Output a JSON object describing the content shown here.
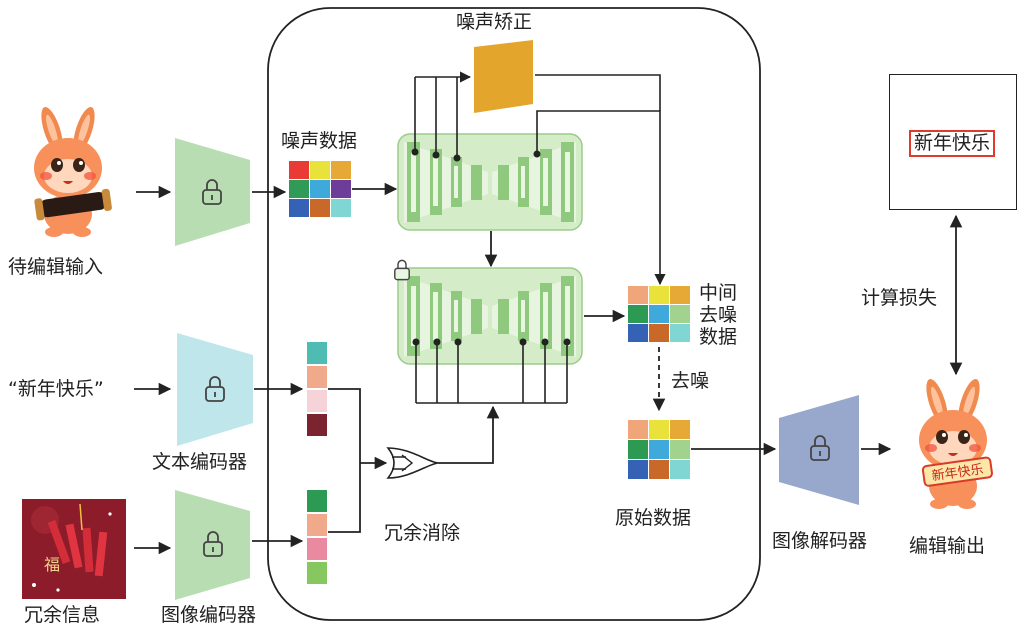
{
  "inputs": {
    "edit_input_label": "待编辑输入",
    "text_input_label": "“新年快乐”",
    "redundant_info_label": "冗余信息"
  },
  "encoders": {
    "text_encoder_label": "文本编码器",
    "image_encoder_label": "图像编码器"
  },
  "center": {
    "noise_data_label": "噪声数据",
    "noise_correction_label": "噪声矫正",
    "redundancy_removal_label": "冗余消除"
  },
  "right": {
    "intermediate_label": [
      "中间",
      "去噪",
      "数据"
    ],
    "denoise_label": "去噪",
    "original_data_label": "原始数据",
    "image_decoder_label": "图像解码器",
    "edit_output_label": "编辑输出",
    "compute_loss_label": "计算损失",
    "output_text": "新年快乐"
  },
  "colors": {
    "encoder_green": "#b9ddb3",
    "encoder_cyan": "#bfe6ea",
    "decoder_blue": "#97a8cc",
    "noise_corrector": "#e4a52d",
    "unet_green": "#d4ecc8",
    "highlight_red": "#e03a2a"
  },
  "icons": [
    "lock-icon",
    "rabbit-mascot-icon",
    "firecracker-image-icon",
    "gate-icon"
  ]
}
